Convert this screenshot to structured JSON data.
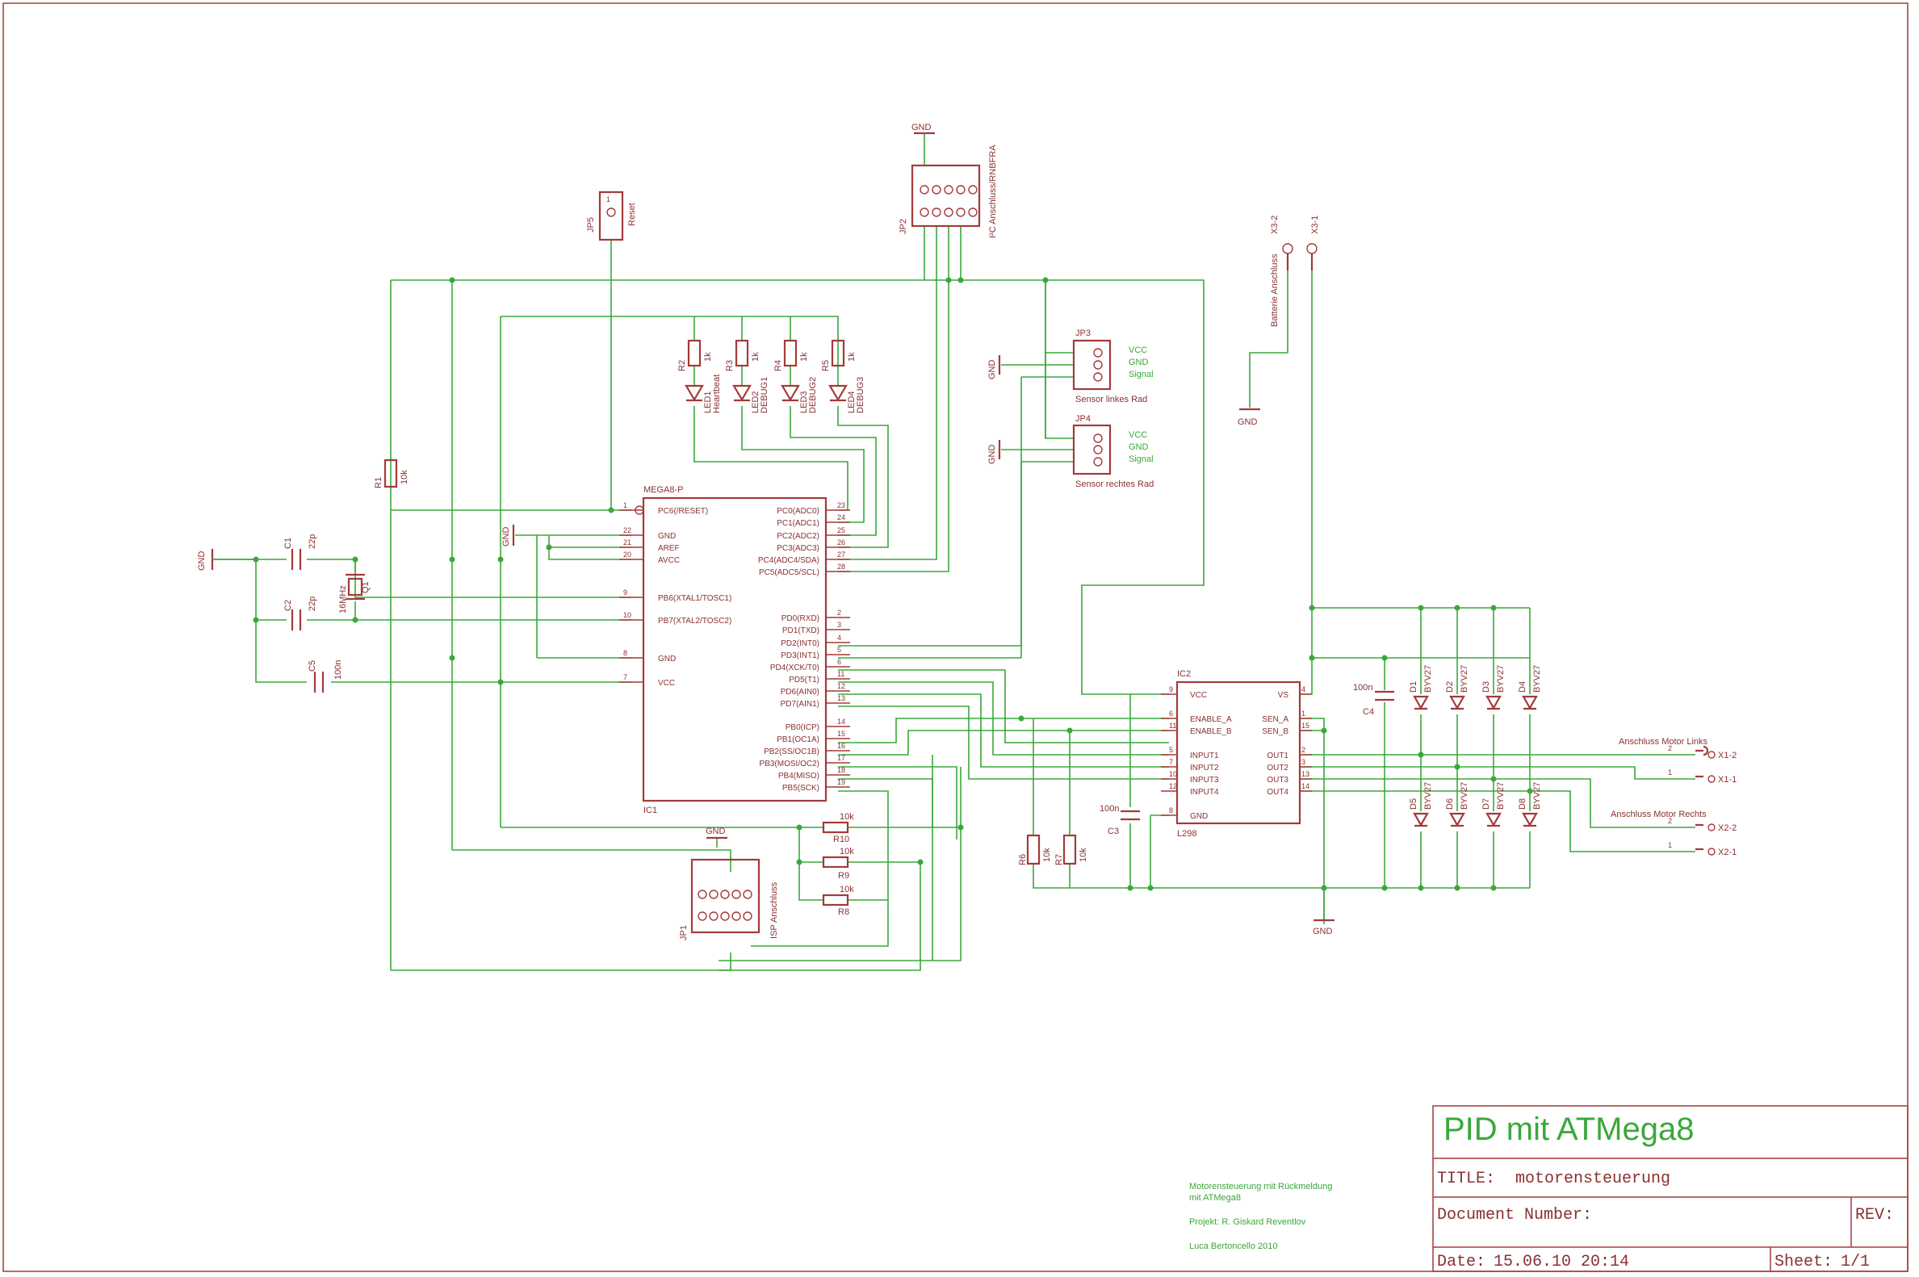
{
  "title_block": {
    "title": "PID mit ATMega8",
    "title_label": "TITLE:",
    "title_value": "motorensteuerung",
    "document_number_label": "Document Number:",
    "rev_label": "REV:",
    "date_label": "Date:",
    "date_value": "15.06.10 20:14",
    "sheet_label": "Sheet:",
    "sheet_value": "1/1"
  },
  "notes": {
    "line1": "Motorensteuerung mit Rückmeldung",
    "line2": "mit ATMega8",
    "project": "Projekt: R. Giskard Reventlov",
    "author": "Luca Bertoncello 2010"
  },
  "ic1": {
    "name": "MEGA8-P",
    "ref": "IC1",
    "left_pins": [
      {
        "num": "1",
        "name": "PC6(/RESET)"
      },
      {
        "num": "22",
        "name": "GND"
      },
      {
        "num": "21",
        "name": "AREF"
      },
      {
        "num": "20",
        "name": "AVCC"
      },
      {
        "num": "9",
        "name": "PB6(XTAL1/TOSC1)"
      },
      {
        "num": "10",
        "name": "PB7(XTAL2/TOSC2)"
      },
      {
        "num": "8",
        "name": "GND"
      },
      {
        "num": "7",
        "name": "VCC"
      }
    ],
    "right_pins": [
      {
        "num": "23",
        "name": "PC0(ADC0)"
      },
      {
        "num": "24",
        "name": "PC1(ADC1)"
      },
      {
        "num": "25",
        "name": "PC2(ADC2)"
      },
      {
        "num": "26",
        "name": "PC3(ADC3)"
      },
      {
        "num": "27",
        "name": "PC4(ADC4/SDA)"
      },
      {
        "num": "28",
        "name": "PC5(ADC5/SCL)"
      },
      {
        "num": "2",
        "name": "PD0(RXD)"
      },
      {
        "num": "3",
        "name": "PD1(TXD)"
      },
      {
        "num": "4",
        "name": "PD2(INT0)"
      },
      {
        "num": "5",
        "name": "PD3(INT1)"
      },
      {
        "num": "6",
        "name": "PD4(XCK/T0)"
      },
      {
        "num": "11",
        "name": "PD5(T1)"
      },
      {
        "num": "12",
        "name": "PD6(AIN0)"
      },
      {
        "num": "13",
        "name": "PD7(AIN1)"
      },
      {
        "num": "14",
        "name": "PB0(ICP)"
      },
      {
        "num": "15",
        "name": "PB1(OC1A)"
      },
      {
        "num": "16",
        "name": "PB2(SS/OC1B)"
      },
      {
        "num": "17",
        "name": "PB3(MOSI/OC2)"
      },
      {
        "num": "18",
        "name": "PB4(MISO)"
      },
      {
        "num": "19",
        "name": "PB5(SCK)"
      }
    ]
  },
  "ic2": {
    "name": "IC2",
    "ref": "L298",
    "left_pins": [
      {
        "num": "9",
        "name": "VCC"
      },
      {
        "num": "6",
        "name": "ENABLE_A"
      },
      {
        "num": "11",
        "name": "ENABLE_B"
      },
      {
        "num": "5",
        "name": "INPUT1"
      },
      {
        "num": "7",
        "name": "INPUT2"
      },
      {
        "num": "10",
        "name": "INPUT3"
      },
      {
        "num": "12",
        "name": "INPUT4"
      },
      {
        "num": "8",
        "name": "GND"
      }
    ],
    "right_pins": [
      {
        "num": "4",
        "name": "VS"
      },
      {
        "num": "1",
        "name": "SEN_A"
      },
      {
        "num": "15",
        "name": "SEN_B"
      },
      {
        "num": "2",
        "name": "OUT1"
      },
      {
        "num": "3",
        "name": "OUT2"
      },
      {
        "num": "13",
        "name": "OUT3"
      },
      {
        "num": "14",
        "name": "OUT4"
      }
    ]
  },
  "components": {
    "c1": "C1",
    "c1_val": "22p",
    "c2": "C2",
    "c2_val": "22p",
    "c3": "C3",
    "c3_val": "100n",
    "c4": "C4",
    "c4_val": "100n",
    "c5": "C5",
    "c5_val": "100n",
    "q1": "Q1",
    "q1_val": "16MHz",
    "r1": "R1",
    "r1_val": "10k",
    "r2": "R2",
    "r3": "R3",
    "r4": "R4",
    "r5": "R5",
    "led_r_val": "1k",
    "r6": "R6",
    "r6_val": "10k",
    "r7": "R7",
    "r7_val": "10k",
    "r8": "R8",
    "r8_val": "10k",
    "r9": "R9",
    "r9_val": "10k",
    "r10": "R10",
    "r10_val": "10k",
    "led1": "LED1",
    "led1_name": "Heartbeat",
    "led2": "LED2",
    "led2_name": "DEBUG1",
    "led3": "LED3",
    "led3_name": "DEBUG2",
    "led4": "LED4",
    "led4_name": "DEBUG3",
    "diode_type": "BYV27",
    "d_top": [
      "D1",
      "D2",
      "D3",
      "D4"
    ],
    "d_bottom": [
      "D5",
      "D6",
      "D7",
      "D8"
    ]
  },
  "connectors": {
    "jp1": "JP1",
    "jp1_name": "ISP Anschluss",
    "jp2": "JP2",
    "jp2_name": "I²C Anschluss/RNBFRA",
    "jp3": "JP3",
    "jp3_name": "Sensor linkes Rad",
    "jp4": "JP4",
    "jp4_name": "Sensor rechtes Rad",
    "jp5": "JP5",
    "jp5_name": "Reset",
    "sensor_pins": [
      "VCC",
      "GND",
      "Signal"
    ],
    "battery_name": "Batterie Anschluss",
    "x3_1": "X3-1",
    "x3_2": "X3-2",
    "motor_left": "Anschluss Motor Links",
    "motor_right": "Anschluss Motor Rechts",
    "x1_1": "X1-1",
    "x1_2": "X1-2",
    "x2_1": "X2-1",
    "x2_2": "X2-2"
  },
  "supply_labels": {
    "gnd": "GND"
  },
  "colors": {
    "symbol": "#a33a3a",
    "wire": "#3aa83a",
    "background": "#ffffff"
  }
}
